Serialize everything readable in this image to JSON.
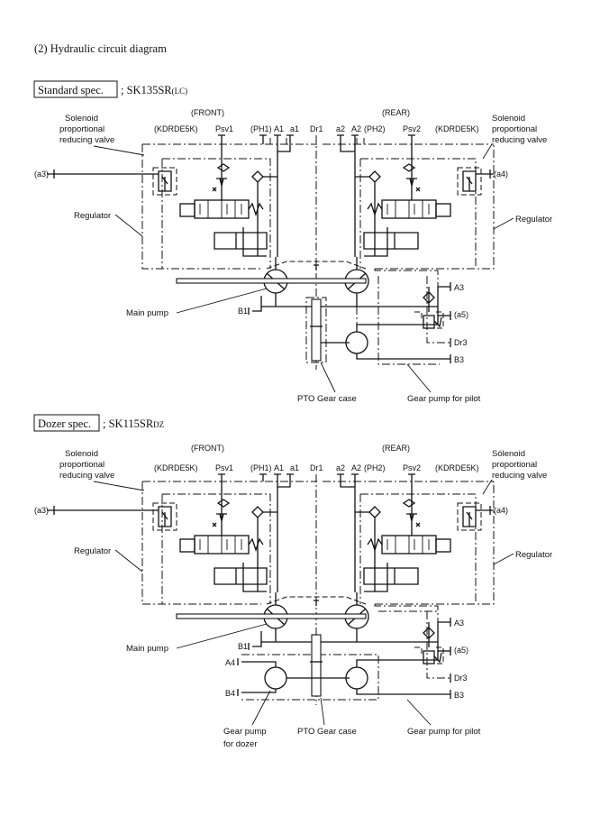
{
  "heading": "(2)  Hydraulic circuit diagram",
  "standard": {
    "spec_box": "Standard spec.",
    "spec_model": "; SK135SR",
    "spec_model_suffix": "(LC)",
    "front": "(FRONT)",
    "rear": "(REAR)",
    "kdrde_left": "(KDRDE5K)",
    "kdrde_right": "(KDRDE5K)",
    "psv1": "Psv1",
    "psv2": "Psv2",
    "ph1": "(PH1)",
    "ph2": "(PH2)",
    "a1": "A1",
    "a1_small": "a1",
    "dr1": "Dr1",
    "a2_small": "a2",
    "a2": "A2",
    "a3_port": "(a3)",
    "a4_port": "(a4)",
    "a5_port": "(a5)",
    "A3": "A3",
    "Dr3": "Dr3",
    "B3": "B3",
    "B1": "B1",
    "solenoid_left": [
      "Solenoid",
      "proportional",
      "reducing valve"
    ],
    "solenoid_right": [
      "Solenoid",
      "proportional",
      "reducing valve"
    ],
    "regulator_left": "Regulator",
    "regulator_right": "Regulator",
    "main_pump": "Main pump",
    "pto": "PTO Gear case",
    "gear_pilot": "Gear pump for pilot"
  },
  "dozer": {
    "spec_box": "Dozer spec.",
    "spec_model": "; SK115SR",
    "spec_model_suffix": "DZ",
    "front": "(FRONT)",
    "rear": "(REAR)",
    "kdrde_left": "(KDRDE5K)",
    "kdrde_right": "(KDRDE5K)",
    "psv1": "Psv1",
    "psv2": "Psv2",
    "ph1": "(PH1)",
    "ph2": "(PH2)",
    "a1": "A1",
    "a1_small": "a1",
    "dr1": "Dr1",
    "a2_small": "a2",
    "a2": "A2",
    "a3_port": "(a3)",
    "a4_port": "(a4)",
    "a5_port": "(a5)",
    "A3": "A3",
    "Dr3": "Dr3",
    "B3": "B3",
    "B1": "B1",
    "A4": "A4",
    "B4": "B4",
    "solenoid_left": [
      "Solenoid",
      "proportional",
      "reducing valve"
    ],
    "solenoid_right": [
      "Sólenoid",
      "proportional",
      "reducing valve"
    ],
    "regulator_left": "Regulator",
    "regulator_right": "Regulator",
    "main_pump": "Main pump",
    "pto": "PTO Gear case",
    "gear_pilot": "Gear pump for pilot",
    "gear_dozer": [
      "Gear pump",
      "for dozer"
    ]
  }
}
